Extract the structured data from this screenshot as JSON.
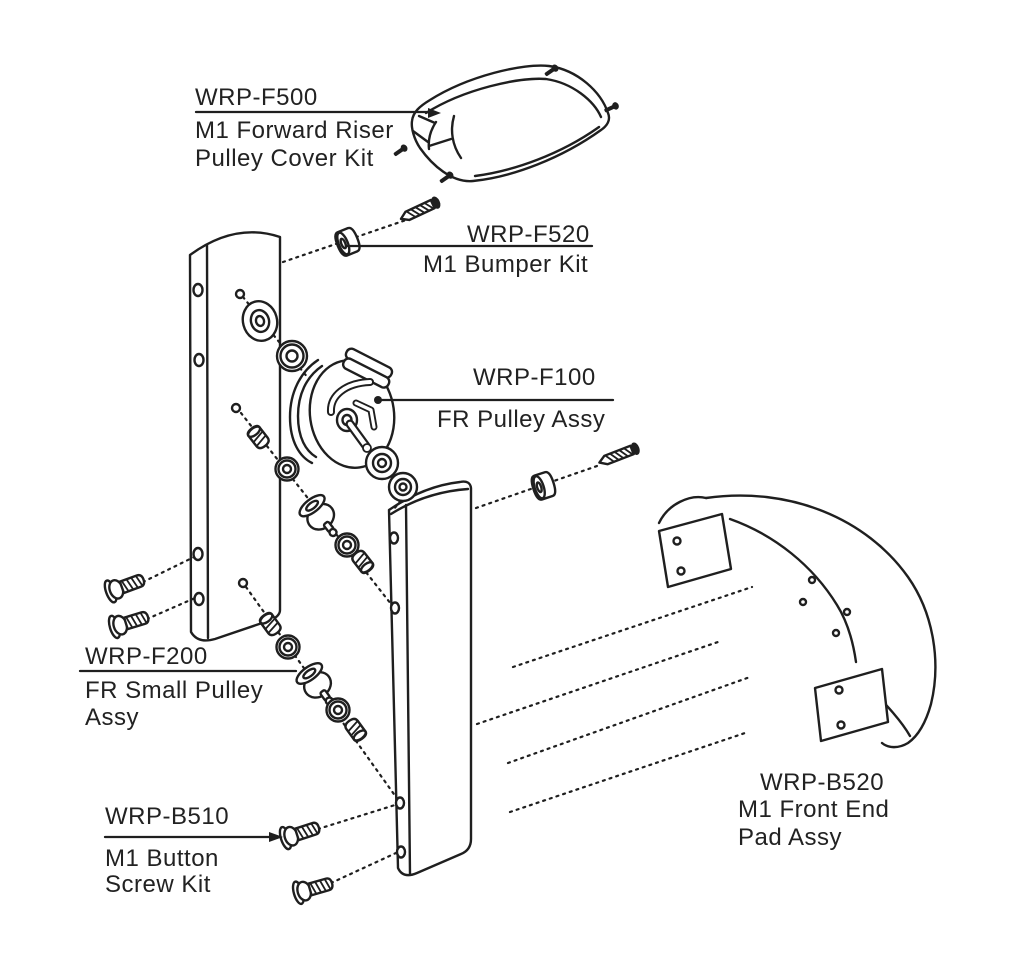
{
  "page": {
    "background": "#ffffff",
    "ink": "#1f1f1f"
  },
  "diagram_type": "exploded-parts-diagram",
  "labels": {
    "f500": {
      "part": "WRP-F500",
      "desc1": "M1 Forward Riser",
      "desc2": "Pulley Cover Kit"
    },
    "f520": {
      "part": "WRP-F520",
      "desc1": "M1 Bumper Kit"
    },
    "f100": {
      "part": "WRP-F100",
      "desc1": "FR Pulley Assy"
    },
    "f200": {
      "part": "WRP-F200",
      "desc1": "FR Small Pulley",
      "desc2": "Assy"
    },
    "b510": {
      "part": "WRP-B510",
      "desc1": "M1 Button",
      "desc2": "Screw Kit"
    },
    "b520": {
      "part": "WRP-B520",
      "desc1": "M1 Front End",
      "desc2": "Pad Assy"
    }
  }
}
